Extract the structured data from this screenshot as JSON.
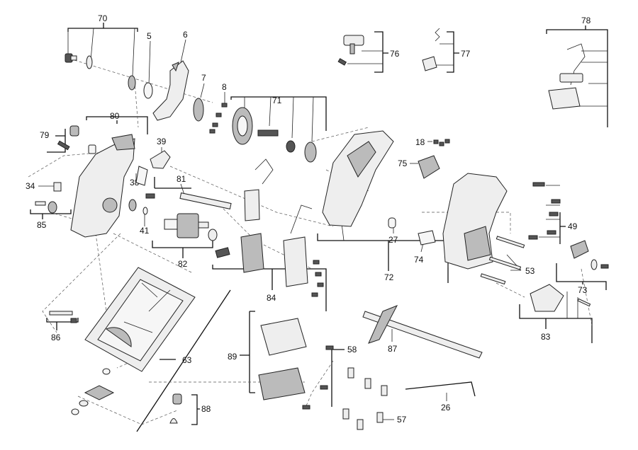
{
  "diagram": {
    "title": "Circular saw exploded parts diagram",
    "labels": {
      "p70": "70",
      "p5": "5",
      "p6": "6",
      "p7": "7",
      "p8": "8",
      "p71": "71",
      "p80": "80",
      "p79": "79",
      "p39": "39",
      "p38": "38",
      "p34": "34",
      "p81": "81",
      "p85": "85",
      "p41": "41",
      "p82": "82",
      "p84": "84",
      "p76": "76",
      "p77": "77",
      "p78": "78",
      "p18": "18",
      "p75": "75",
      "p49": "49",
      "p27": "27",
      "p74": "74",
      "p72": "72",
      "p53": "53",
      "p73": "73",
      "p83": "83",
      "p86": "86",
      "p63": "63",
      "p89": "89",
      "p58": "58",
      "p87": "87",
      "p88": "88",
      "p26": "26",
      "p57": "57"
    }
  }
}
